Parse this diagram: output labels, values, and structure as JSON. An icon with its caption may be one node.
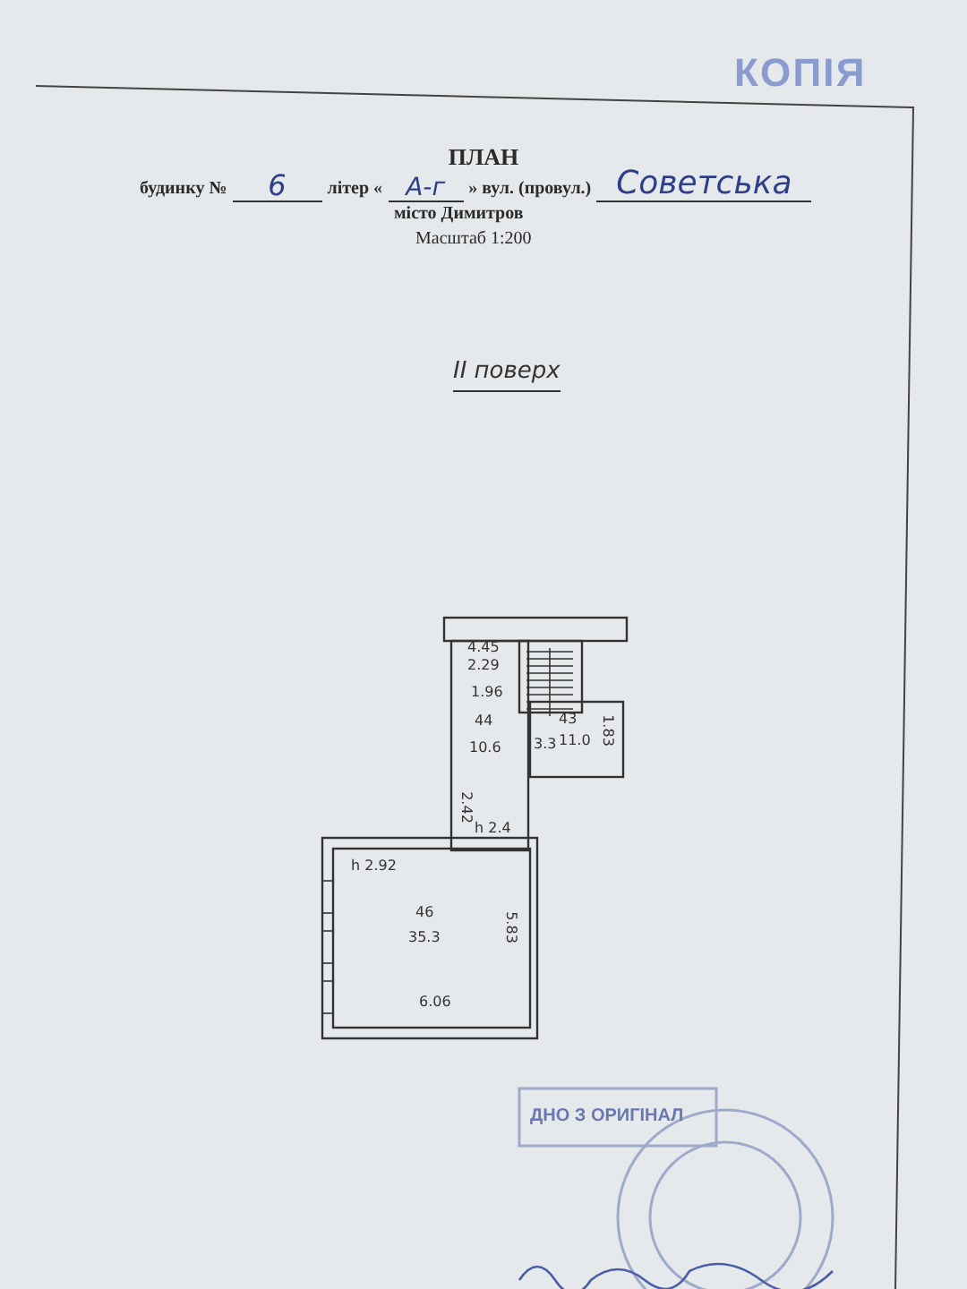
{
  "diagram": {
    "title": "ПЛАН",
    "nodes": [
      {
        "text": [
          "4.45",
          "2.29"
        ]
      },
      {
        "text": [
          "1.96",
          "44",
          "10.6",
          "2.42",
          "h 2.4"
        ]
      },
      {
        "text": [
          "43",
          "11.0",
          "3.3",
          "1.83"
        ]
      },
      {
        "text": [
          "h 2.92",
          "46",
          "35.3",
          "5.83",
          "6.06"
        ]
      }
    ],
    "edges": [],
    "labels": [
      "КОПІЯ",
      "будинку №",
      "6",
      "літер «",
      "А-г",
      "» вул. (провул.)",
      "Советська",
      "місто Димитров",
      "Масштаб 1:200",
      "II поверх",
      "ДНО З ОРИГІНАЛ"
    ]
  }
}
